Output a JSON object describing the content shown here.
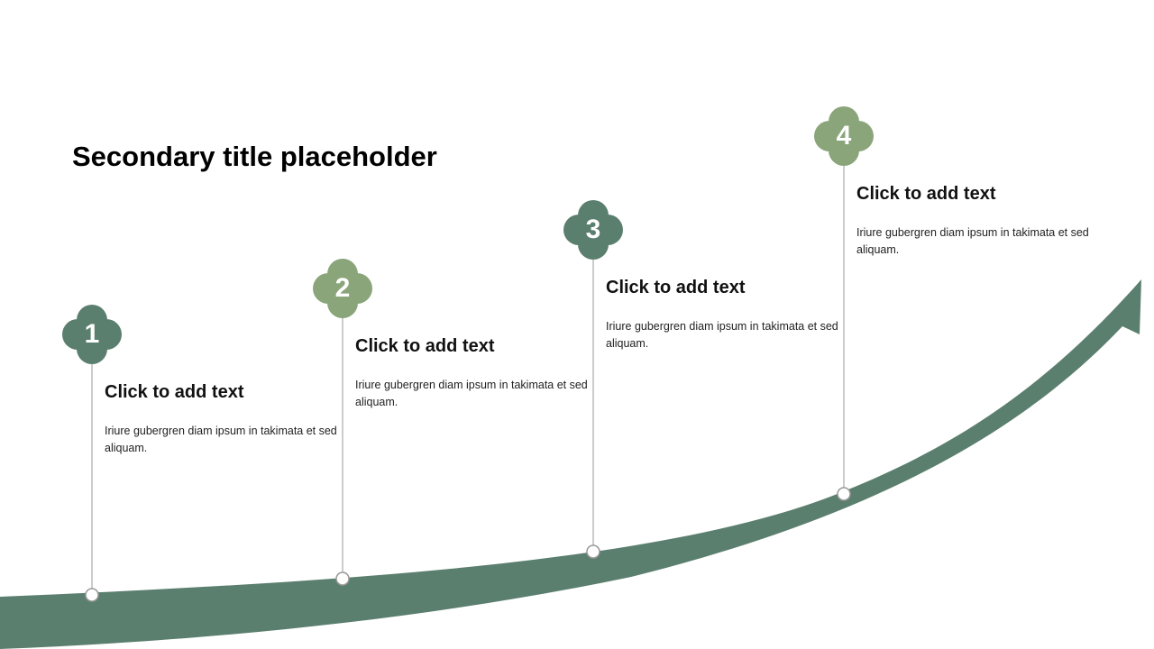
{
  "title": "Secondary title placeholder",
  "colors": {
    "dark": "#5b7f6e",
    "light": "#8aa57a"
  },
  "steps": [
    {
      "number": "1",
      "heading": "Click to add text",
      "body": "Iriure gubergren diam ipsum in takimata et sed aliquam."
    },
    {
      "number": "2",
      "heading": "Click to add text",
      "body": "Iriure gubergren diam ipsum in takimata et sed aliquam."
    },
    {
      "number": "3",
      "heading": "Click to add text",
      "body": "Iriure gubergren diam ipsum in takimata et sed aliquam."
    },
    {
      "number": "4",
      "heading": "Click to add text",
      "body": "Iriure gubergren diam ipsum in takimata et sed aliquam."
    }
  ]
}
